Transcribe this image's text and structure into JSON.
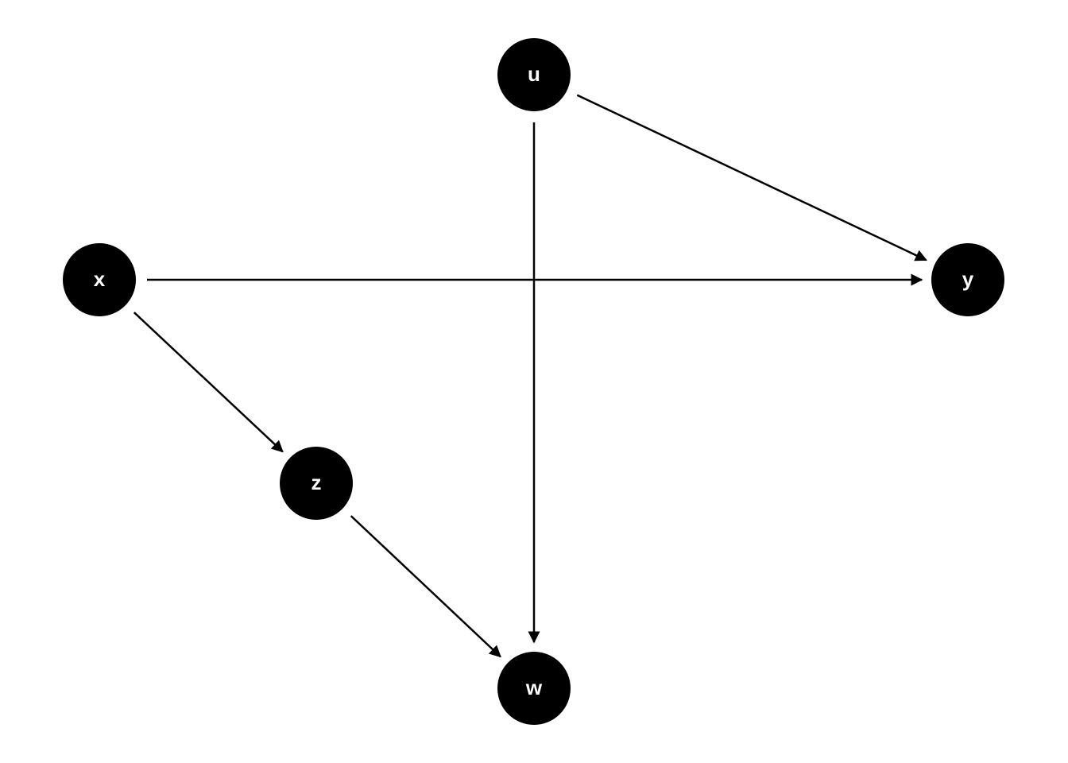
{
  "diagram": {
    "type": "directed-acyclic-graph",
    "node_color": "#000000",
    "label_color": "#ffffff",
    "edge_color": "#000000",
    "nodes": [
      {
        "id": "u",
        "label": "u"
      },
      {
        "id": "x",
        "label": "x"
      },
      {
        "id": "y",
        "label": "y"
      },
      {
        "id": "z",
        "label": "z"
      },
      {
        "id": "w",
        "label": "w"
      }
    ],
    "edges": [
      {
        "from": "u",
        "to": "y"
      },
      {
        "from": "u",
        "to": "w"
      },
      {
        "from": "x",
        "to": "y"
      },
      {
        "from": "x",
        "to": "z"
      },
      {
        "from": "z",
        "to": "w"
      }
    ]
  }
}
